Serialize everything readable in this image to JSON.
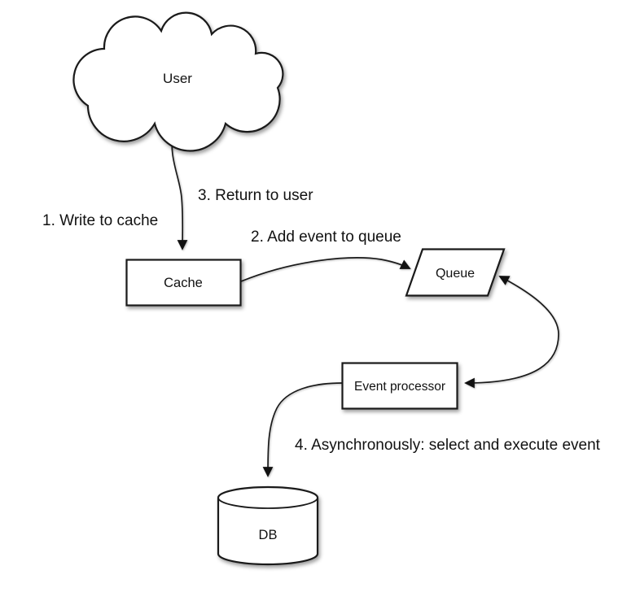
{
  "diagram": {
    "background_color": "#ffffff",
    "stroke_color": "#1a1a1a",
    "text_color": "#111111",
    "shape_fill_color": "#ffffff",
    "nodes": [
      {
        "id": "user",
        "label": "User",
        "shape": "cloud"
      },
      {
        "id": "cache",
        "label": "Cache",
        "shape": "rectangle"
      },
      {
        "id": "queue",
        "label": "Queue",
        "shape": "parallelogram"
      },
      {
        "id": "event-processor",
        "label": "Event processor",
        "shape": "rectangle"
      },
      {
        "id": "db",
        "label": "DB",
        "shape": "cylinder"
      }
    ],
    "annotations": [
      {
        "id": "step-1",
        "text": "1. Write to cache"
      },
      {
        "id": "step-2",
        "text": "2. Add event to queue"
      },
      {
        "id": "step-3",
        "text": "3. Return to user"
      },
      {
        "id": "step-4",
        "text": "4. Asynchronously: select and execute event"
      }
    ],
    "edges": [
      {
        "from": "user",
        "to": "cache",
        "arrows": "end"
      },
      {
        "from": "cache",
        "to": "queue",
        "arrows": "end"
      },
      {
        "from": "queue",
        "to": "event-processor",
        "arrows": "both"
      },
      {
        "from": "event-processor",
        "to": "db",
        "arrows": "end"
      }
    ]
  }
}
